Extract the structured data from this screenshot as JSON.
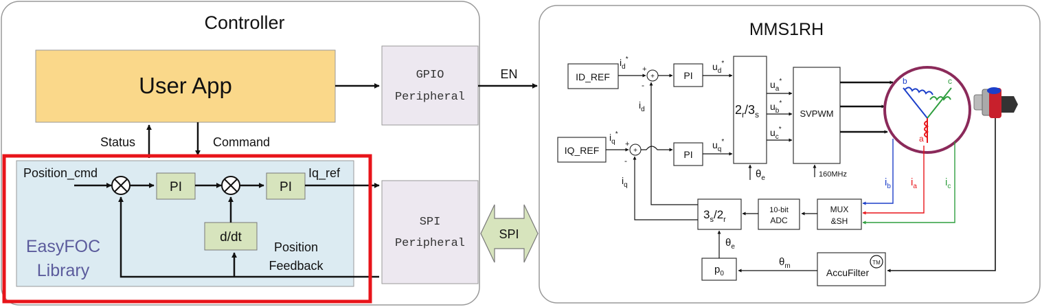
{
  "controller": {
    "title": "Controller",
    "user_app": "User App",
    "gpio": [
      "GPIO",
      "Peripheral"
    ],
    "spi_periph": [
      "SPI",
      "Peripheral"
    ],
    "en": "EN",
    "status": "Status",
    "command": "Command",
    "spi_link": "SPI"
  },
  "easyfoc": {
    "position_cmd": "Position_cmd",
    "pi1": "PI",
    "pi2": "PI",
    "iq_ref": "Iq_ref",
    "ddt": "d/dt",
    "name": [
      "EasyFOC",
      "Library"
    ],
    "feedback": [
      "Position",
      "Feedback"
    ]
  },
  "mms": {
    "title": "MMS1RH",
    "id_ref": "ID_REF",
    "iq_ref": "IQ_REF",
    "pi_d": "PI",
    "pi_q": "PI",
    "svpwm": "SVPWM",
    "svpwm_clock": "160MHz",
    "adc": [
      "10-bit",
      "ADC"
    ],
    "mux": [
      "MUX",
      "&SH"
    ],
    "p0": "p",
    "p0_sub": "0",
    "accufilter": "AccuFilter",
    "tm": "TM",
    "signals": {
      "id_star": "i",
      "id_star_sub": "d",
      "id_star_sup": "*",
      "iq_star": "i",
      "iq_star_sub": "q",
      "iq_star_sup": "*",
      "ud": "u",
      "ud_sub": "d",
      "ud_sup": "*",
      "uq": "u",
      "uq_sub": "q",
      "uq_sup": "*",
      "ua": "u",
      "ua_sub": "a",
      "ua_sup": "*",
      "ub": "u",
      "ub_sub": "b",
      "ub_sup": "*",
      "uc": "u",
      "uc_sub": "c",
      "uc_sup": "*",
      "id": "i",
      "id_sub": "d",
      "iq": "i",
      "iq_sub": "q",
      "ia": "i",
      "ia_sub": "a",
      "ib": "i",
      "ib_sub": "b",
      "ic": "i",
      "ic_sub": "c",
      "theta_e1": "θ",
      "theta_e1_sub": "e",
      "theta_e2": "θ",
      "theta_e2_sub": "e",
      "theta_m": "θ",
      "theta_m_sub": "m",
      "t2r3s_a": "2",
      "t2r3s_b": "r",
      "t2r3s_c": "/3",
      "t2r3s_d": "s",
      "t3s2r_a": "3",
      "t3s2r_b": "s",
      "t3s2r_c": "/2",
      "t3s2r_d": "r",
      "coil_a": "a",
      "coil_b": "b",
      "coil_c": "c",
      "plus": "+",
      "minus": "-"
    }
  },
  "colors": {
    "user_app": "#FAD88A",
    "easyfoc_bg": "#DCEBF2",
    "pi_box": "#D7E4BD",
    "periph_box": "#EDE8F0",
    "highlight": "#E8141A",
    "easyfoc_text": "#5B5B9C",
    "phase_a": "#E8141A",
    "phase_b": "#1C3FC9",
    "phase_c": "#2E9E3E",
    "motor_ring": "#8B2A5A"
  }
}
